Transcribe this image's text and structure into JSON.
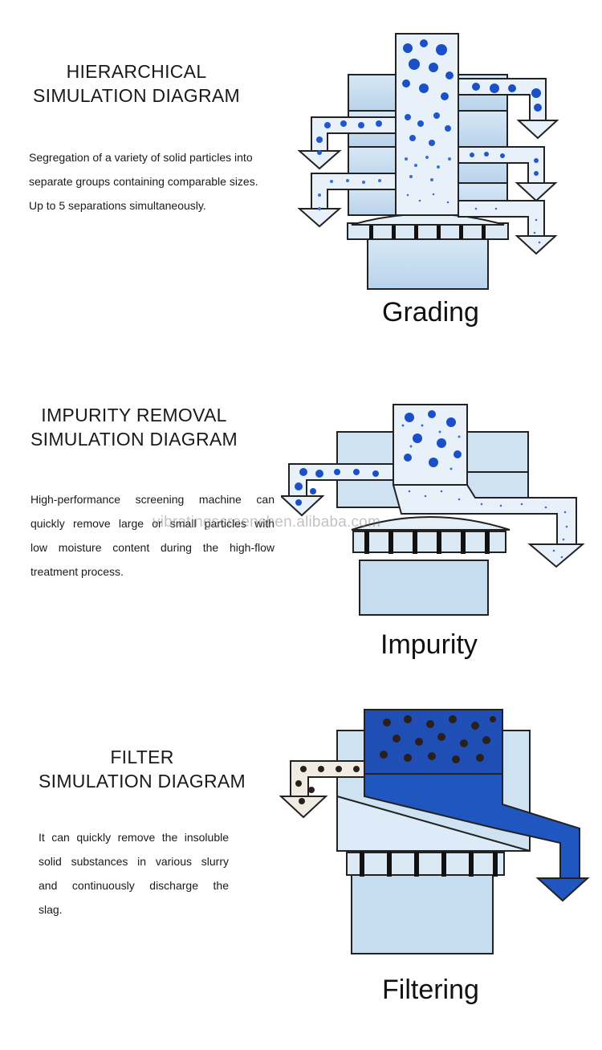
{
  "sections": [
    {
      "title_lines": [
        "HIERARCHICAL",
        "SIMULATION DIAGRAM"
      ],
      "desc_lines": [
        "Segregation of a variety of solid particles into",
        "separate groups containing comparable sizes.",
        "Up to 5 separations simultaneously."
      ],
      "caption": "Grading"
    },
    {
      "title_lines": [
        "IMPURITY REMOVAL",
        "SIMULATION DIAGRAM"
      ],
      "desc_lines": [
        "High-performance screening machine can",
        "quickly remove large or small particles with",
        "low moisture content during the high-flow",
        "treatment process."
      ],
      "caption": "Impurity"
    },
    {
      "title_lines": [
        "FILTER",
        "SIMULATION DIAGRAM"
      ],
      "desc_lines": [
        "It can quickly remove the insoluble",
        "solid substances in various slurry",
        "and continuously discharge the",
        "slag."
      ],
      "caption": "Filtering"
    }
  ],
  "watermark": "vibratingscreenchen.alibaba.com",
  "colors": {
    "machine_fill": "#c9dff0",
    "outline": "#222222",
    "particle_blue": "#1a4fc9",
    "deep_blue": "#1f56c0",
    "dark_particle": "#2a1f1a"
  }
}
